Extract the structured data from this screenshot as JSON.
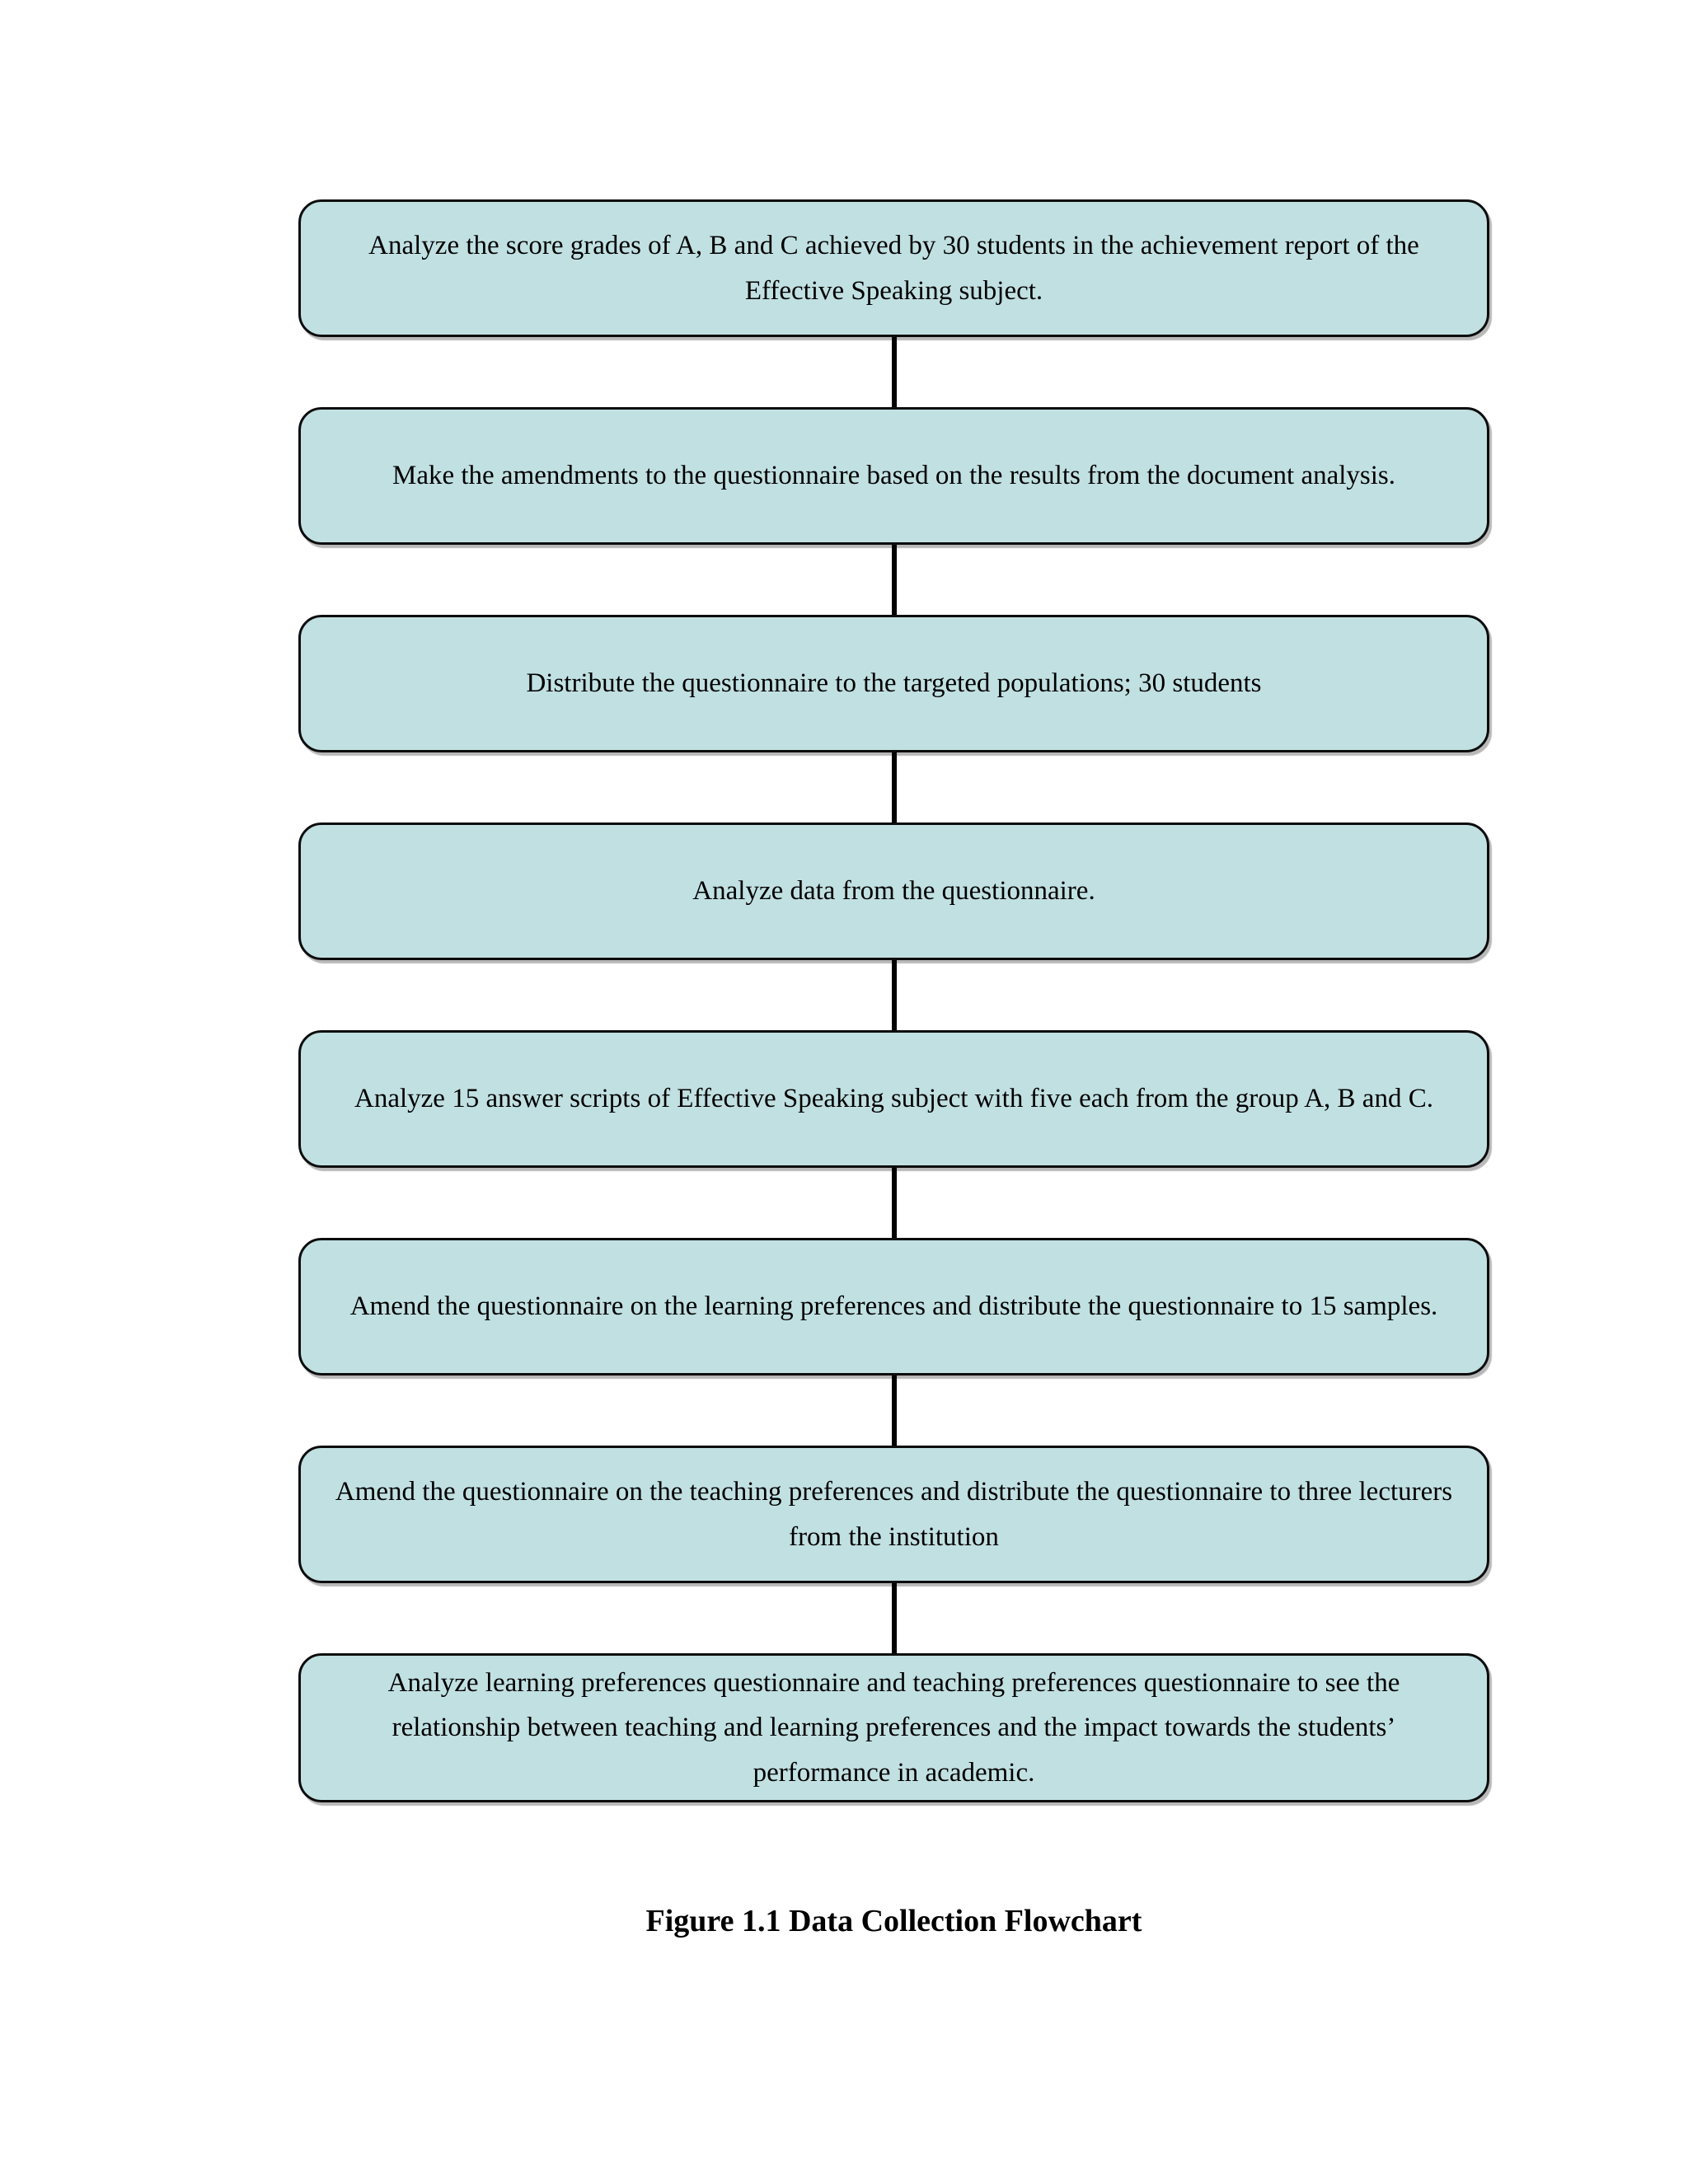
{
  "colors": {
    "box_fill": "#c1e0e2",
    "box_border": "#0c0c0c",
    "connector": "#000000",
    "text": "#000000",
    "page_background": "#ffffff"
  },
  "flowchart": {
    "steps": [
      {
        "text": "Analyze the score grades of A, B and C achieved by 30 students in the achievement report of the Effective Speaking subject."
      },
      {
        "text": "Make the amendments to the questionnaire based on the results from the document analysis."
      },
      {
        "text": "Distribute the questionnaire to the targeted populations; 30 students"
      },
      {
        "text": "Analyze data from the questionnaire."
      },
      {
        "text": "Analyze 15 answer scripts of Effective Speaking subject with five each from the group A, B and C."
      },
      {
        "text": "Amend the questionnaire on the learning preferences and distribute the questionnaire to 15 samples."
      },
      {
        "text": "Amend the questionnaire on the teaching preferences and distribute the questionnaire to three lecturers from the institution"
      },
      {
        "text": "Analyze learning preferences questionnaire and teaching preferences questionnaire to see the relationship between teaching and learning preferences and the impact towards the students’ performance in academic."
      }
    ],
    "caption": "Figure 1.1 Data Collection Flowchart"
  }
}
